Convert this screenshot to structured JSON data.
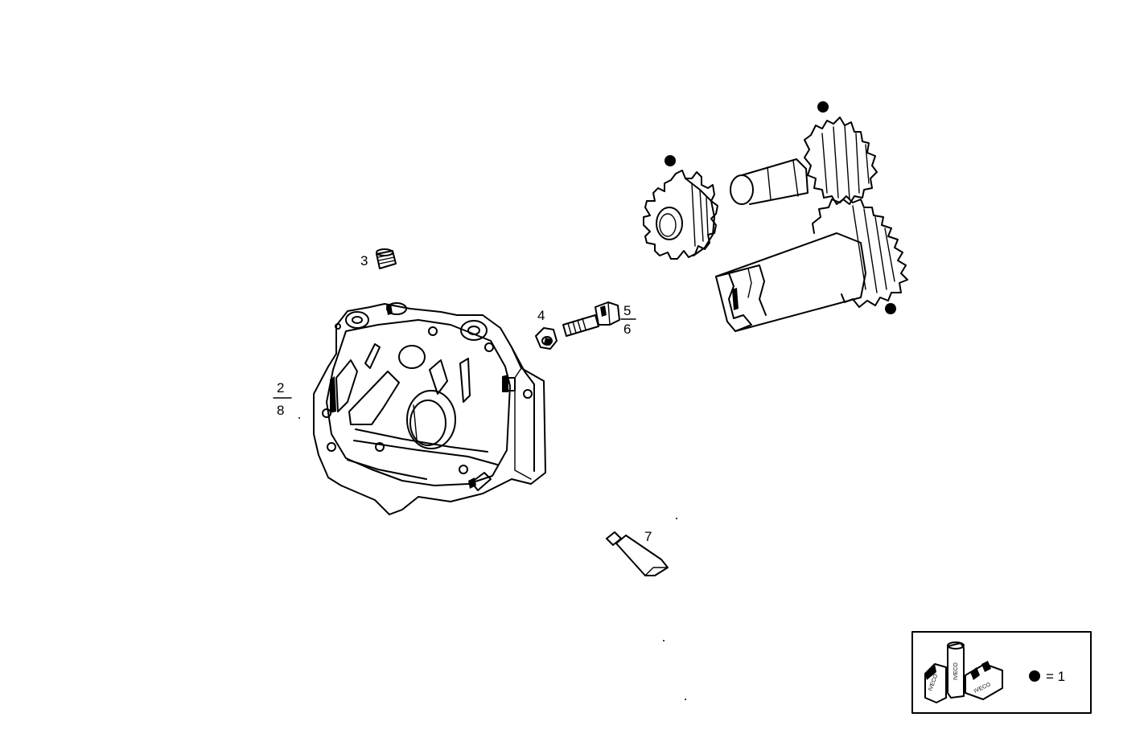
{
  "callouts": {
    "p2": "2",
    "p8": "8",
    "p3": "3",
    "p4": "4",
    "p5": "5",
    "p6": "6",
    "p7": "7"
  },
  "legend": {
    "equals_text": "= 1",
    "kit_labels": [
      "IVECO",
      "IVECO",
      "IVECO"
    ]
  },
  "colors": {
    "ink": "#000000",
    "background": "#ffffff"
  },
  "icons": [
    "bullet-marker-icon",
    "parts-kit-icon"
  ]
}
